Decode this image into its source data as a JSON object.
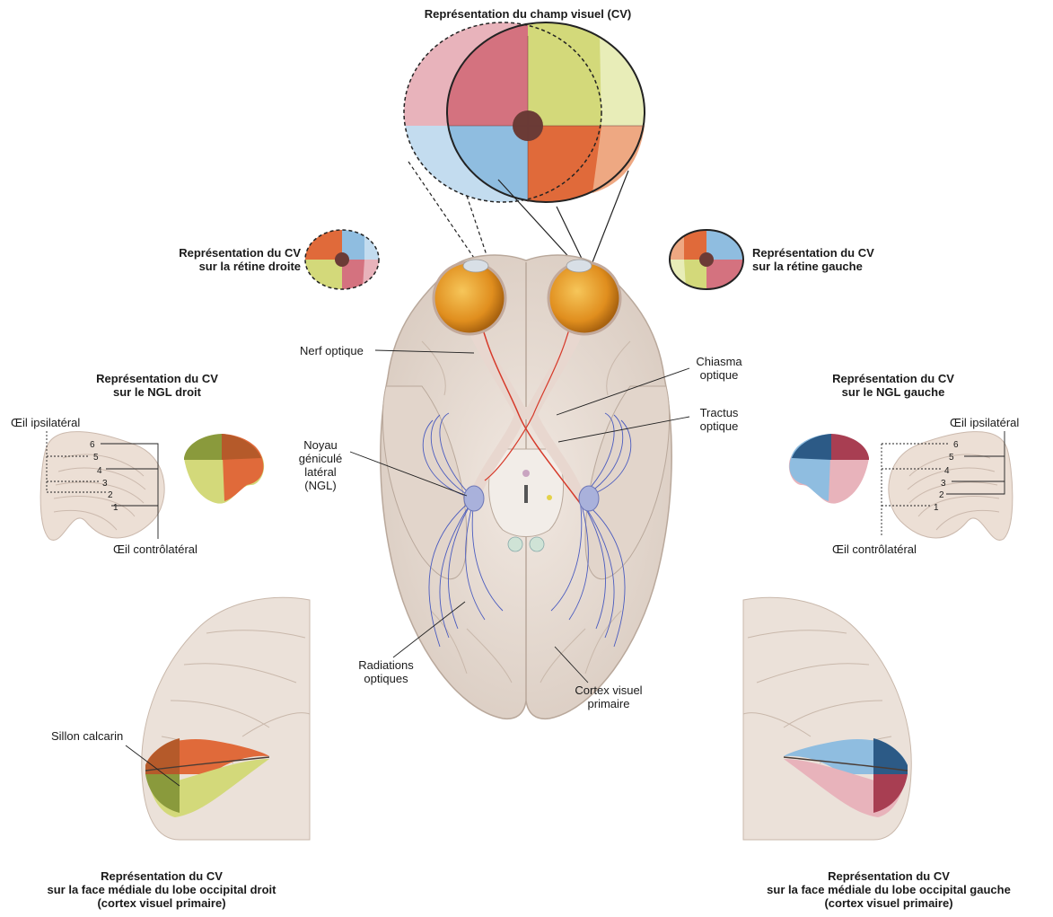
{
  "titles": {
    "visual_field": "Représentation du champ visuel (CV)",
    "right_retina": [
      "Représentation du CV",
      "sur la rétine droite"
    ],
    "left_retina": [
      "Représentation du CV",
      "sur la rétine gauche"
    ],
    "right_lgn": [
      "Représentation du CV",
      "sur le NGL droit"
    ],
    "left_lgn": [
      "Représentation du CV",
      "sur le NGL gauche"
    ],
    "right_cortex": [
      "Représentation du CV",
      "sur la face médiale du lobe occipital droit",
      "(cortex visuel primaire)"
    ],
    "left_cortex": [
      "Représentation du CV",
      "sur la face médiale du lobe occipital gauche",
      "(cortex visuel primaire)"
    ]
  },
  "labels": {
    "optic_nerve": "Nerf optique",
    "chiasm": [
      "Chiasma",
      "optique"
    ],
    "optic_tract": [
      "Tractus",
      "optique"
    ],
    "lgn": [
      "Noyau",
      "géniculé",
      "latéral",
      "(NGL)"
    ],
    "radiations": [
      "Radiations",
      "optiques"
    ],
    "primary_cortex": [
      "Cortex visuel",
      "primaire"
    ],
    "ipsilateral": "Œil ipsilatéral",
    "contralateral": "Œil contrôlatéral",
    "calcarine": "Sillon calcarin"
  },
  "lgn_layers": [
    "1",
    "2",
    "3",
    "4",
    "5",
    "6"
  ],
  "colors": {
    "upper_left": "#d4727f",
    "upper_right": "#d3d97a",
    "lower_left": "#8fbde0",
    "lower_right": "#e06a3a",
    "upper_left_light": "#e8b3bb",
    "upper_right_light": "#e8edb8",
    "lower_left_light": "#c3dcef",
    "lower_right_light": "#eea882",
    "brain": "#e9dfd7",
    "eye": "#e89a2a",
    "radiation": "#4a5bbf",
    "path": "#d63a2a"
  }
}
